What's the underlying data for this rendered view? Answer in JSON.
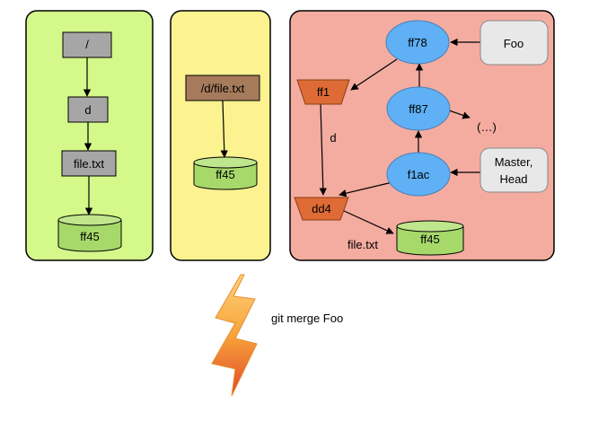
{
  "panels": {
    "left": {
      "tree_root": "/",
      "dir": "d",
      "file": "file.txt",
      "blob": "ff45"
    },
    "middle": {
      "path": "/d/file.txt",
      "blob": "ff45"
    },
    "right": {
      "commit_top": "ff78",
      "commit_mid": "ff87",
      "commit_head": "f1ac",
      "ellipsis": "(…)",
      "tree_root": "ff1",
      "tree_dir": "dd4",
      "blob": "ff45",
      "edge_dir_label": "d",
      "edge_file_label": "file.txt",
      "ref_foo": "Foo",
      "ref_master_line1": "Master,",
      "ref_master_line2": "Head"
    }
  },
  "caption": "git merge Foo",
  "colors": {
    "left_bg": "#d4f889",
    "middle_bg": "#fdf290",
    "right_bg": "#f4aca0",
    "gray_box": "#a6a6a6",
    "brown_box": "#a67b5b",
    "blob_green": "#a6d96a",
    "commit_blue": "#5fb0f5",
    "tree_orange": "#de6b35",
    "ref_box": "#e8e8e8"
  },
  "icons": {
    "bolt": "lightning-bolt-icon"
  }
}
